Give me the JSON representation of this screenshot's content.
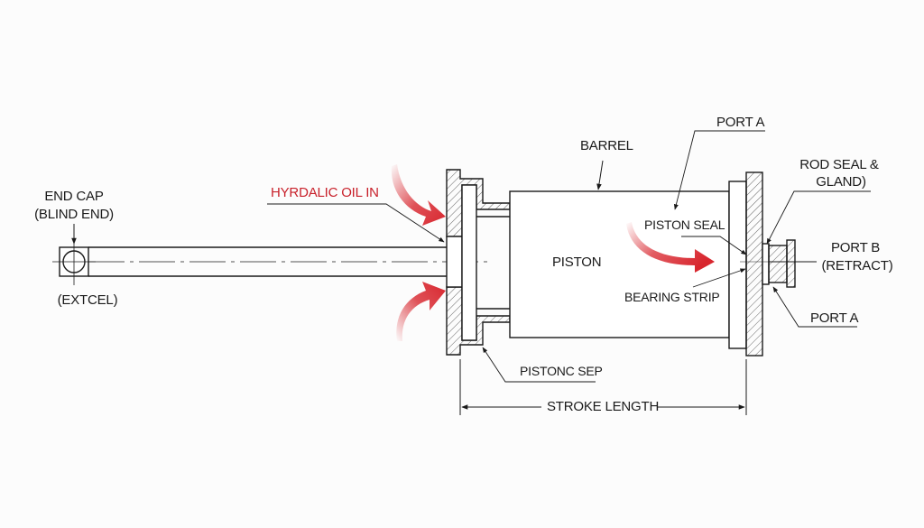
{
  "diagram": {
    "title": "Hydraulic cylinder cross-section",
    "accent_color": "#d8262e",
    "line_color": "#1a1a1a",
    "labels": {
      "end_cap_line1": "END CAP",
      "end_cap_line2": "(BLIND END)",
      "extcel": "(EXTCEL)",
      "oil_in": "HYRDALIC OIL IN",
      "barrel": "BARREL",
      "port_a_top": "PORT A",
      "piston_seal": "PISTON SEAL",
      "piston": "PISTON",
      "bearing_strip": "BEARING STRIP",
      "rod_seal_line1": "ROD SEAL &",
      "rod_seal_line2": "GLAND)",
      "port_b_line1": "PORT B",
      "port_b_line2": "(RETRACT)",
      "port_a_bottom": "PORT A",
      "piston_sep": "PISTONC SEP",
      "stroke_length": "STROKE LENGTH"
    },
    "icons": {
      "flow_arrows": [
        "oil-in-upper-arrow",
        "oil-in-lower-arrow",
        "piston-flow-arrow"
      ]
    }
  }
}
